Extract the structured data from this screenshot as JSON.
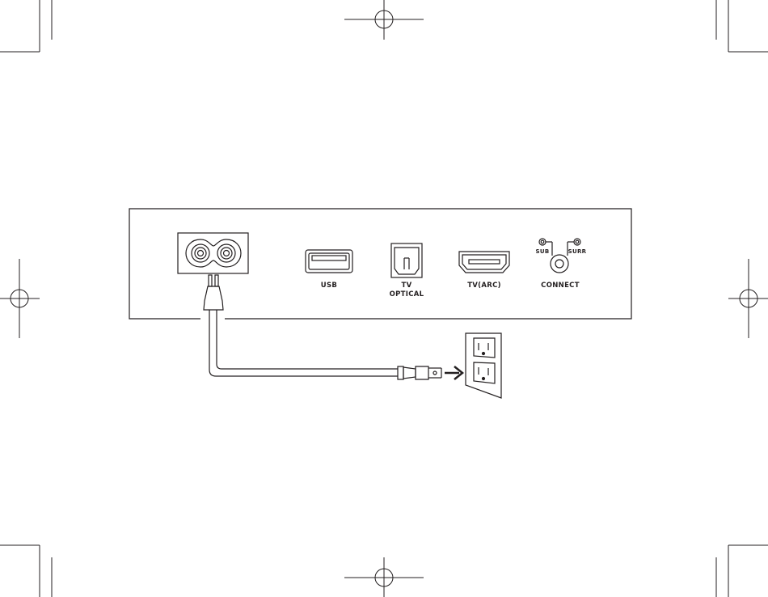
{
  "labels": {
    "usb": "USB",
    "tv_optical_line1": "TV",
    "tv_optical_line2": "OPTICAL",
    "tv_arc": "TV(ARC)",
    "connect": "CONNECT",
    "sub": "SUB",
    "surr": "SURR"
  },
  "icons": [
    "crop-mark-icon",
    "registration-mark-icon",
    "power-inlet-icon",
    "usb-port-icon",
    "optical-port-icon",
    "hdmi-port-icon",
    "connect-jack-icon",
    "power-plug-icon",
    "arrow-right-icon",
    "wall-outlet-icon"
  ],
  "colors": {
    "line": "#231f20",
    "background": "#ffffff"
  }
}
